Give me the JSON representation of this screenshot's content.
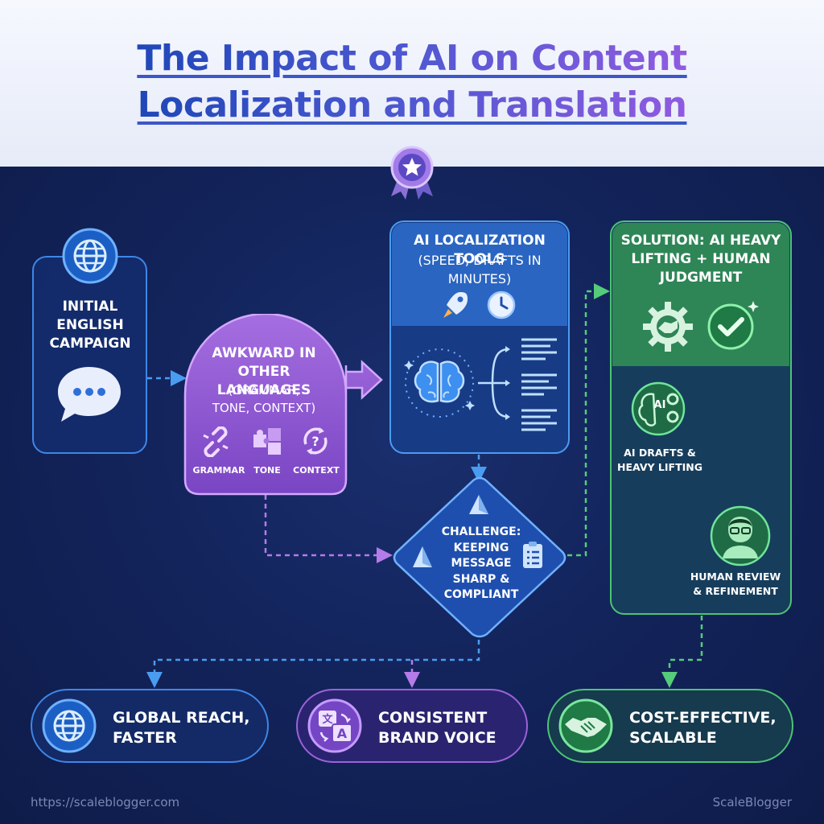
{
  "title": {
    "line1": "The Impact of AI on Content",
    "line2": "Localization and Translation"
  },
  "nodes": {
    "initial": {
      "label": "INITIAL ENGLISH CAMPAIGN"
    },
    "awkward": {
      "label": "AWKWARD IN OTHER LANGUAGES",
      "detail": "(GRAMMAR, TONE, CONTEXT)",
      "items": [
        "GRAMMAR",
        "TONE",
        "CONTEXT"
      ]
    },
    "ai_tools": {
      "label": "AI LOCALIZATION TOOLS",
      "detail": "(SPEED, DRAFTS IN MINUTES)"
    },
    "challenge": {
      "label": "CHALLENGE: KEEPING MESSAGE SHARP & COMPLIANT"
    },
    "solution": {
      "label": "SOLUTION: AI HEAVY LIFTING + HUMAN JUDGMENT",
      "ai_badge": "AI",
      "ai_drafts": "AI DRAFTS & HEAVY LIFTING",
      "human_review": "HUMAN REVIEW & REFINEMENT"
    }
  },
  "outcomes": [
    {
      "label": "GLOBAL REACH, FASTER",
      "icon": "globe-icon"
    },
    {
      "label": "CONSISTENT BRAND VOICE",
      "icon": "translate-icon"
    },
    {
      "label": "COST-EFFECTIVE, SCALABLE",
      "icon": "handshake-icon"
    }
  ],
  "footer": {
    "url": "https://scaleblogger.com",
    "brand": "ScaleBlogger"
  },
  "colors": {
    "blue": "#3f86e6",
    "purple": "#9a63d8",
    "green": "#4cc474",
    "navy": "#0f1d48"
  }
}
